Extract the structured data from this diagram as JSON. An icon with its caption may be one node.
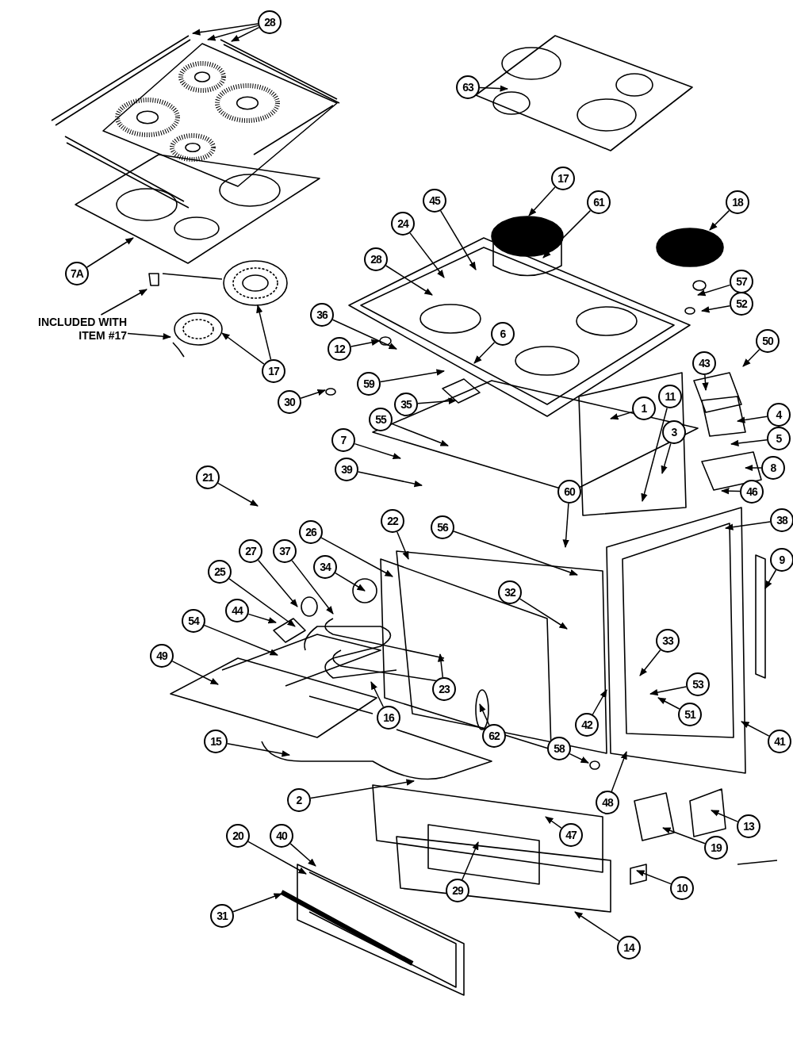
{
  "diagram": {
    "nodes": [
      {
        "text": [
          "28"
        ]
      },
      {
        "text": [
          "63"
        ]
      },
      {
        "text": [
          "7A"
        ]
      },
      {
        "text": [
          "INCLUDED WITH ITEM #17"
        ]
      },
      {
        "text": [
          "17"
        ]
      },
      {
        "text": [
          "17"
        ]
      },
      {
        "text": [
          "45"
        ]
      },
      {
        "text": [
          "61"
        ]
      },
      {
        "text": [
          "24"
        ]
      },
      {
        "text": [
          "28"
        ]
      },
      {
        "text": [
          "18"
        ]
      },
      {
        "text": [
          "57"
        ]
      },
      {
        "text": [
          "52"
        ]
      },
      {
        "text": [
          "36"
        ]
      },
      {
        "text": [
          "6"
        ]
      },
      {
        "text": [
          "12"
        ]
      },
      {
        "text": [
          "30"
        ]
      },
      {
        "text": [
          "59"
        ]
      },
      {
        "text": [
          "35"
        ]
      },
      {
        "text": [
          "43"
        ]
      },
      {
        "text": [
          "50"
        ]
      },
      {
        "text": [
          "1"
        ]
      },
      {
        "text": [
          "11"
        ]
      },
      {
        "text": [
          "3"
        ]
      },
      {
        "text": [
          "4"
        ]
      },
      {
        "text": [
          "55"
        ]
      },
      {
        "text": [
          "5"
        ]
      },
      {
        "text": [
          "7"
        ]
      },
      {
        "text": [
          "8"
        ]
      },
      {
        "text": [
          "46"
        ]
      },
      {
        "text": [
          "39"
        ]
      },
      {
        "text": [
          "21"
        ]
      },
      {
        "text": [
          "60"
        ]
      },
      {
        "text": [
          "22"
        ]
      },
      {
        "text": [
          "56"
        ]
      },
      {
        "text": [
          "38"
        ]
      },
      {
        "text": [
          "26"
        ]
      },
      {
        "text": [
          "9"
        ]
      },
      {
        "text": [
          "27"
        ]
      },
      {
        "text": [
          "37"
        ]
      },
      {
        "text": [
          "34"
        ]
      },
      {
        "text": [
          "25"
        ]
      },
      {
        "text": [
          "32"
        ]
      },
      {
        "text": [
          "44"
        ]
      },
      {
        "text": [
          "54"
        ]
      },
      {
        "text": [
          "33"
        ]
      },
      {
        "text": [
          "49"
        ]
      },
      {
        "text": [
          "23"
        ]
      },
      {
        "text": [
          "53"
        ]
      },
      {
        "text": [
          "51"
        ]
      },
      {
        "text": [
          "16"
        ]
      },
      {
        "text": [
          "62"
        ]
      },
      {
        "text": [
          "42"
        ]
      },
      {
        "text": [
          "41"
        ]
      },
      {
        "text": [
          "15"
        ]
      },
      {
        "text": [
          "58"
        ]
      },
      {
        "text": [
          "48"
        ]
      },
      {
        "text": [
          "2"
        ]
      },
      {
        "text": [
          "13"
        ]
      },
      {
        "text": [
          "47"
        ]
      },
      {
        "text": [
          "19"
        ]
      },
      {
        "text": [
          "20"
        ]
      },
      {
        "text": [
          "40"
        ]
      },
      {
        "text": [
          "29"
        ]
      },
      {
        "text": [
          "10"
        ]
      },
      {
        "text": [
          "31"
        ]
      },
      {
        "text": [
          "14"
        ]
      }
    ],
    "edges": [
      {
        "from": 0,
        "to": null,
        "arrow": "to"
      },
      {
        "from": 0,
        "to": null,
        "arrow": "to"
      },
      {
        "from": 0,
        "to": null,
        "arrow": "to"
      },
      {
        "from": 1,
        "to": null,
        "arrow": "to"
      },
      {
        "from": 2,
        "to": null,
        "arrow": "to"
      },
      {
        "from": 3,
        "to": null,
        "arrow": "to"
      },
      {
        "from": 3,
        "to": null,
        "arrow": "to"
      },
      {
        "from": 4,
        "to": null,
        "arrow": "to"
      },
      {
        "from": 4,
        "to": null,
        "arrow": "to"
      },
      {
        "from": 5,
        "to": null,
        "arrow": "to"
      },
      {
        "from": 6,
        "to": null,
        "arrow": "to"
      },
      {
        "from": 7,
        "to": null,
        "arrow": "to"
      },
      {
        "from": 8,
        "to": null,
        "arrow": "to"
      },
      {
        "from": 9,
        "to": null,
        "arrow": "to"
      },
      {
        "from": 10,
        "to": null,
        "arrow": "to"
      },
      {
        "from": 11,
        "to": null,
        "arrow": "to"
      },
      {
        "from": 12,
        "to": null,
        "arrow": "to"
      },
      {
        "from": 13,
        "to": null,
        "arrow": "to"
      },
      {
        "from": 14,
        "to": null,
        "arrow": "to"
      },
      {
        "from": 15,
        "to": null,
        "arrow": "to"
      },
      {
        "from": 16,
        "to": null,
        "arrow": "to"
      },
      {
        "from": 17,
        "to": null,
        "arrow": "to"
      },
      {
        "from": 18,
        "to": null,
        "arrow": "to"
      },
      {
        "from": 19,
        "to": null,
        "arrow": "to"
      },
      {
        "from": 20,
        "to": null,
        "arrow": "to"
      },
      {
        "from": 21,
        "to": null,
        "arrow": "to"
      },
      {
        "from": 22,
        "to": null,
        "arrow": "to"
      },
      {
        "from": 23,
        "to": null,
        "arrow": "to"
      },
      {
        "from": 24,
        "to": null,
        "arrow": "to"
      },
      {
        "from": 25,
        "to": null,
        "arrow": "to"
      },
      {
        "from": 26,
        "to": null,
        "arrow": "to"
      },
      {
        "from": 27,
        "to": null,
        "arrow": "to"
      },
      {
        "from": 28,
        "to": null,
        "arrow": "to"
      },
      {
        "from": 29,
        "to": null,
        "arrow": "to"
      },
      {
        "from": 30,
        "to": null,
        "arrow": "to"
      },
      {
        "from": 31,
        "to": null,
        "arrow": "to"
      },
      {
        "from": 32,
        "to": null,
        "arrow": "to"
      },
      {
        "from": 33,
        "to": null,
        "arrow": "to"
      },
      {
        "from": 34,
        "to": null,
        "arrow": "to"
      },
      {
        "from": 35,
        "to": null,
        "arrow": "to"
      },
      {
        "from": 36,
        "to": null,
        "arrow": "to"
      },
      {
        "from": 37,
        "to": null,
        "arrow": "to"
      },
      {
        "from": 38,
        "to": null,
        "arrow": "to"
      },
      {
        "from": 39,
        "to": null,
        "arrow": "to"
      },
      {
        "from": 40,
        "to": null,
        "arrow": "to"
      },
      {
        "from": 41,
        "to": null,
        "arrow": "to"
      },
      {
        "from": 42,
        "to": null,
        "arrow": "to"
      },
      {
        "from": 43,
        "to": null,
        "arrow": "to"
      },
      {
        "from": 44,
        "to": null,
        "arrow": "to"
      },
      {
        "from": 45,
        "to": null,
        "arrow": "to"
      },
      {
        "from": 46,
        "to": null,
        "arrow": "to"
      },
      {
        "from": 47,
        "to": null,
        "arrow": "to"
      },
      {
        "from": 48,
        "to": null,
        "arrow": "to"
      },
      {
        "from": 49,
        "to": null,
        "arrow": "to"
      },
      {
        "from": 50,
        "to": null,
        "arrow": "to"
      },
      {
        "from": 51,
        "to": null,
        "arrow": "to"
      },
      {
        "from": 52,
        "to": null,
        "arrow": "to"
      },
      {
        "from": 53,
        "to": null,
        "arrow": "to"
      },
      {
        "from": 54,
        "to": null,
        "arrow": "to"
      },
      {
        "from": 55,
        "to": null,
        "arrow": "to"
      },
      {
        "from": 56,
        "to": null,
        "arrow": "to"
      },
      {
        "from": 57,
        "to": null,
        "arrow": "to"
      },
      {
        "from": 58,
        "to": null,
        "arrow": "to"
      },
      {
        "from": 59,
        "to": null,
        "arrow": "to"
      },
      {
        "from": 60,
        "to": null,
        "arrow": "to"
      },
      {
        "from": 61,
        "to": null,
        "arrow": "to"
      },
      {
        "from": 62,
        "to": null,
        "arrow": "to"
      },
      {
        "from": 63,
        "to": null,
        "arrow": "to"
      },
      {
        "from": 64,
        "to": null,
        "arrow": "to"
      },
      {
        "from": 65,
        "to": null,
        "arrow": "to"
      },
      {
        "from": 66,
        "to": null,
        "arrow": "to"
      }
    ]
  }
}
